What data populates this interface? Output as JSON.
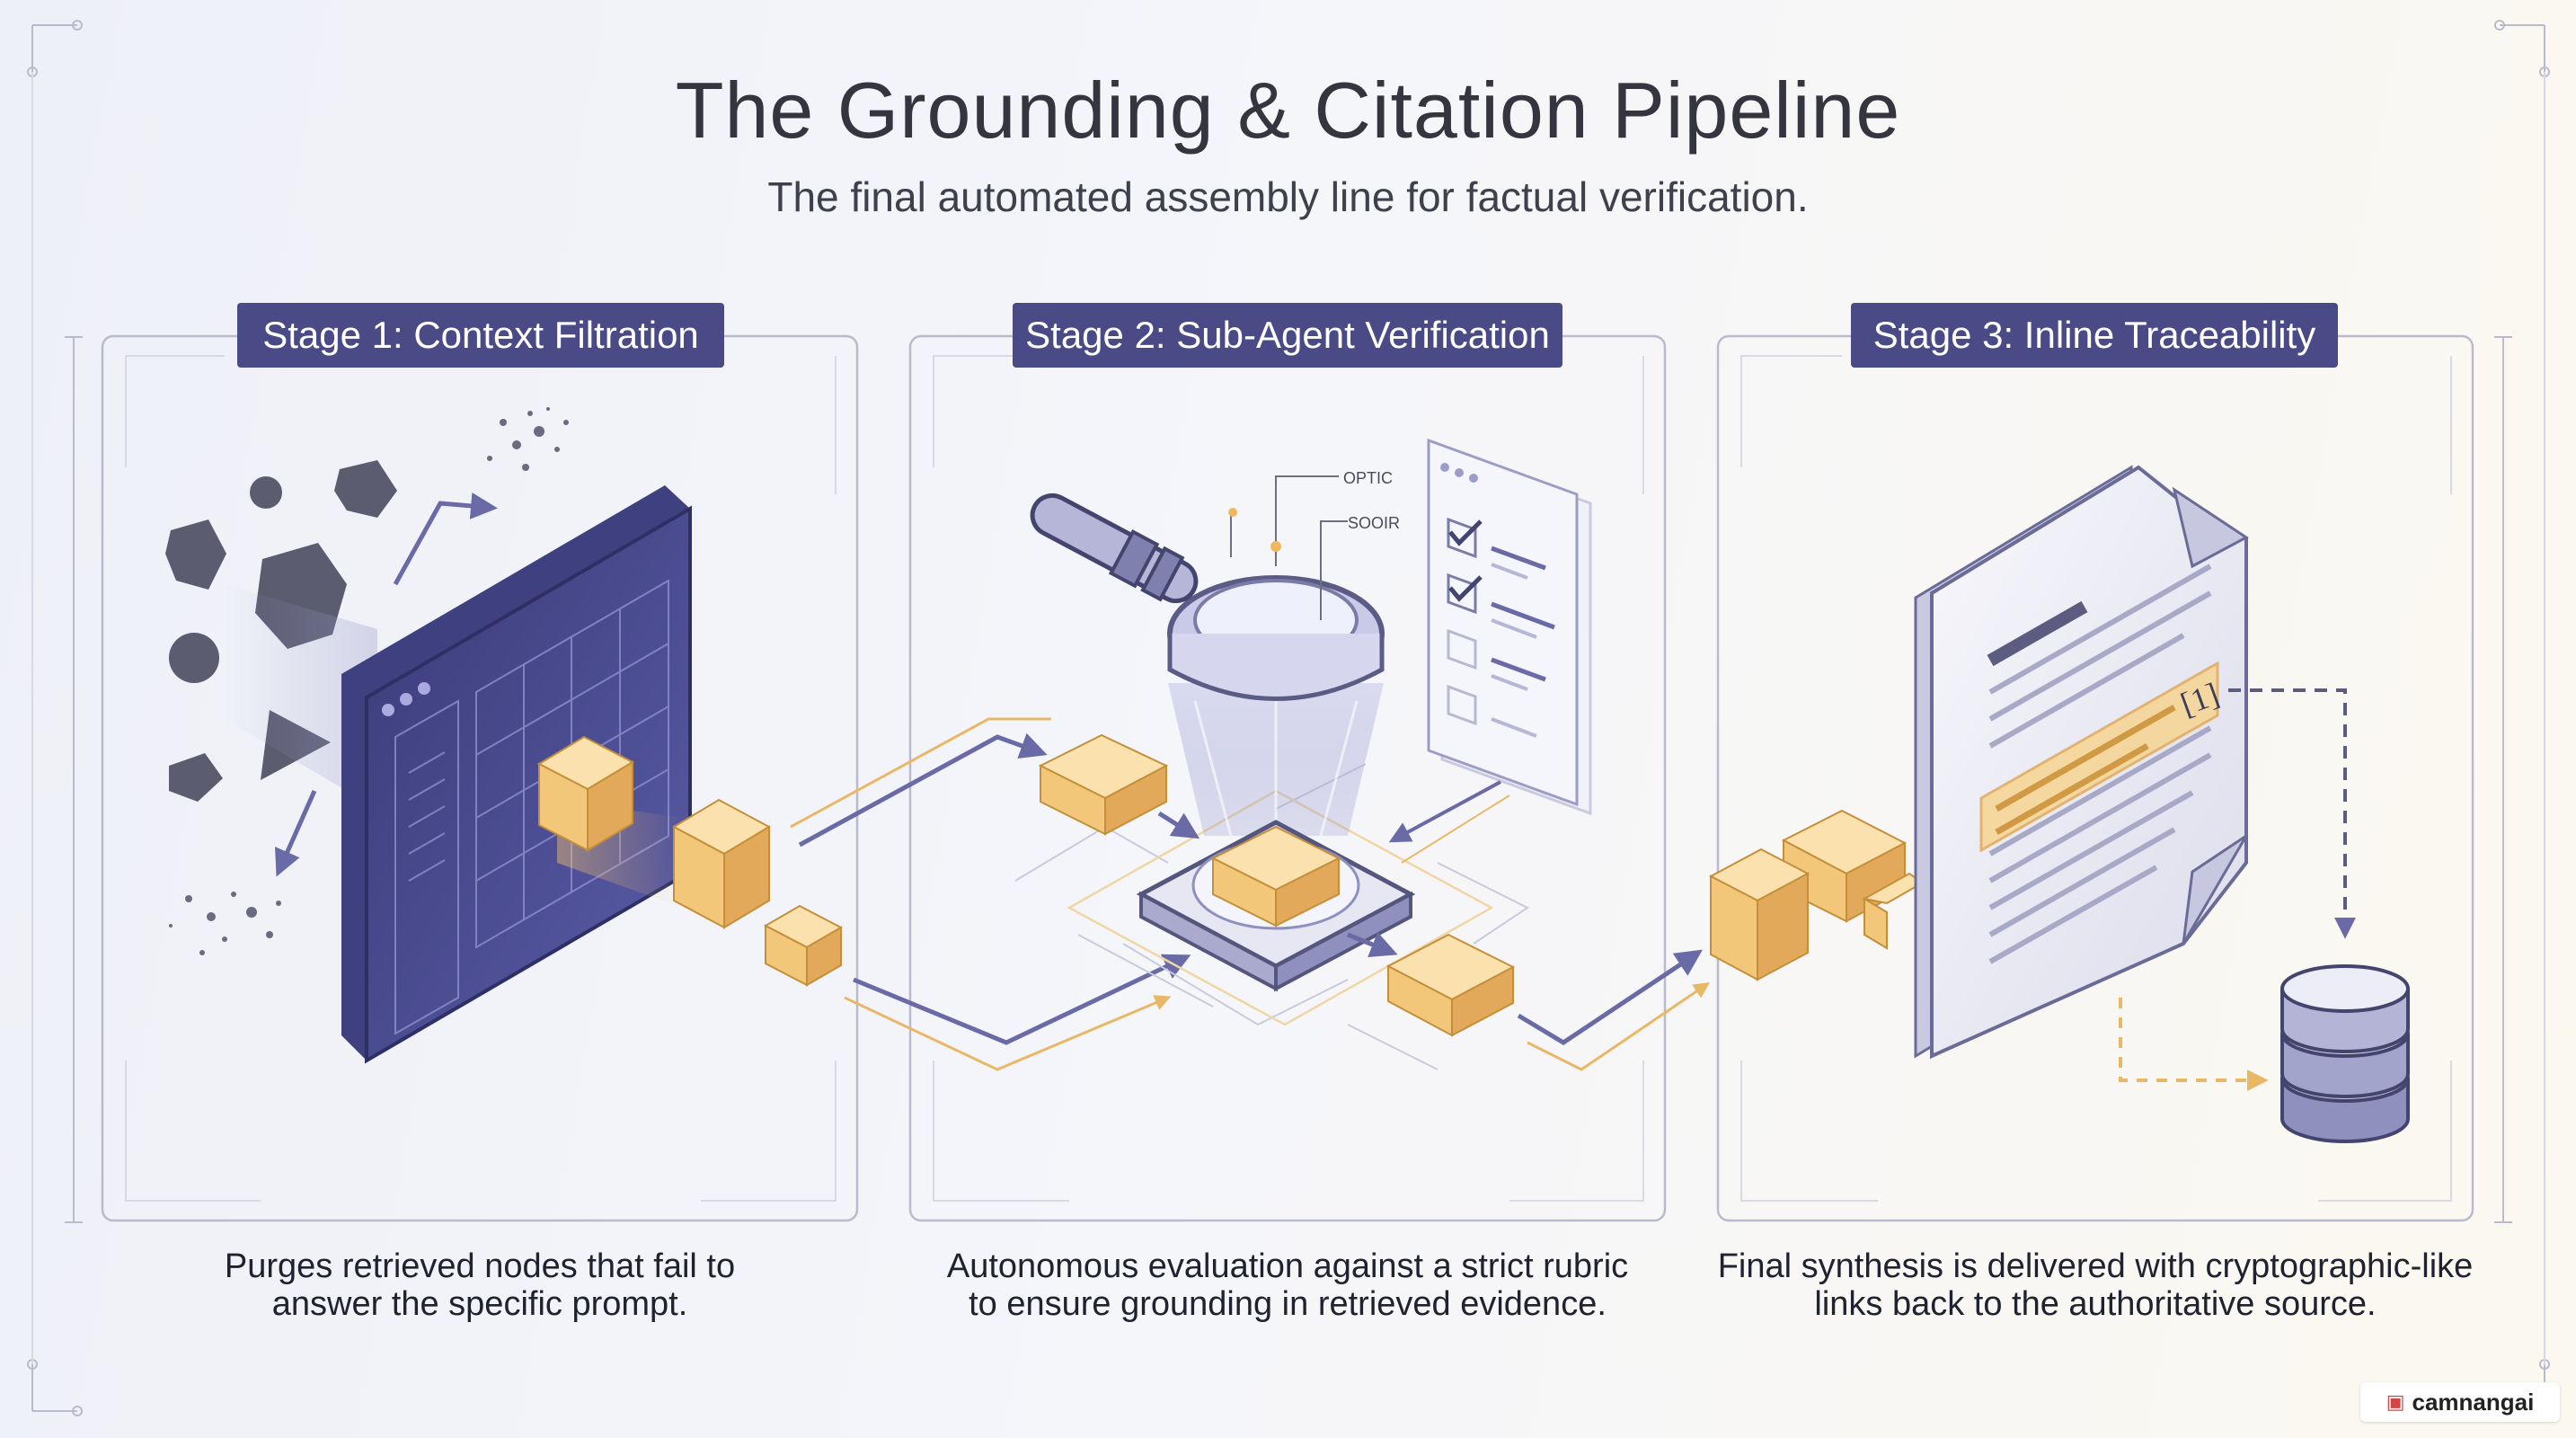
{
  "title": "The Grounding & Citation Pipeline",
  "subtitle": "The final automated assembly line for factual verification.",
  "stages": [
    {
      "label": "Stage 1: Context Filtration",
      "caption_line1": "Purges retrieved nodes that fail to",
      "caption_line2": "answer the specific prompt."
    },
    {
      "label": "Stage 2: Sub-Agent Verification",
      "caption_line1": "Autonomous evaluation against a strict rubric",
      "caption_line2": "to ensure grounding in retrieved evidence.",
      "callouts": [
        "OPTIC",
        "SOOIR"
      ]
    },
    {
      "label": "Stage 3: Inline Traceability",
      "caption_line1": "Final synthesis is delivered with cryptographic-like",
      "caption_line2": "links back to the authoritative source.",
      "citation_marker": "[1]"
    }
  ],
  "watermark": "camnangai",
  "colors": {
    "accent": "#4a4b86",
    "cube": "#f3c77a",
    "flow_gold": "#e9b866",
    "flow_purple": "#6a6aa6"
  }
}
